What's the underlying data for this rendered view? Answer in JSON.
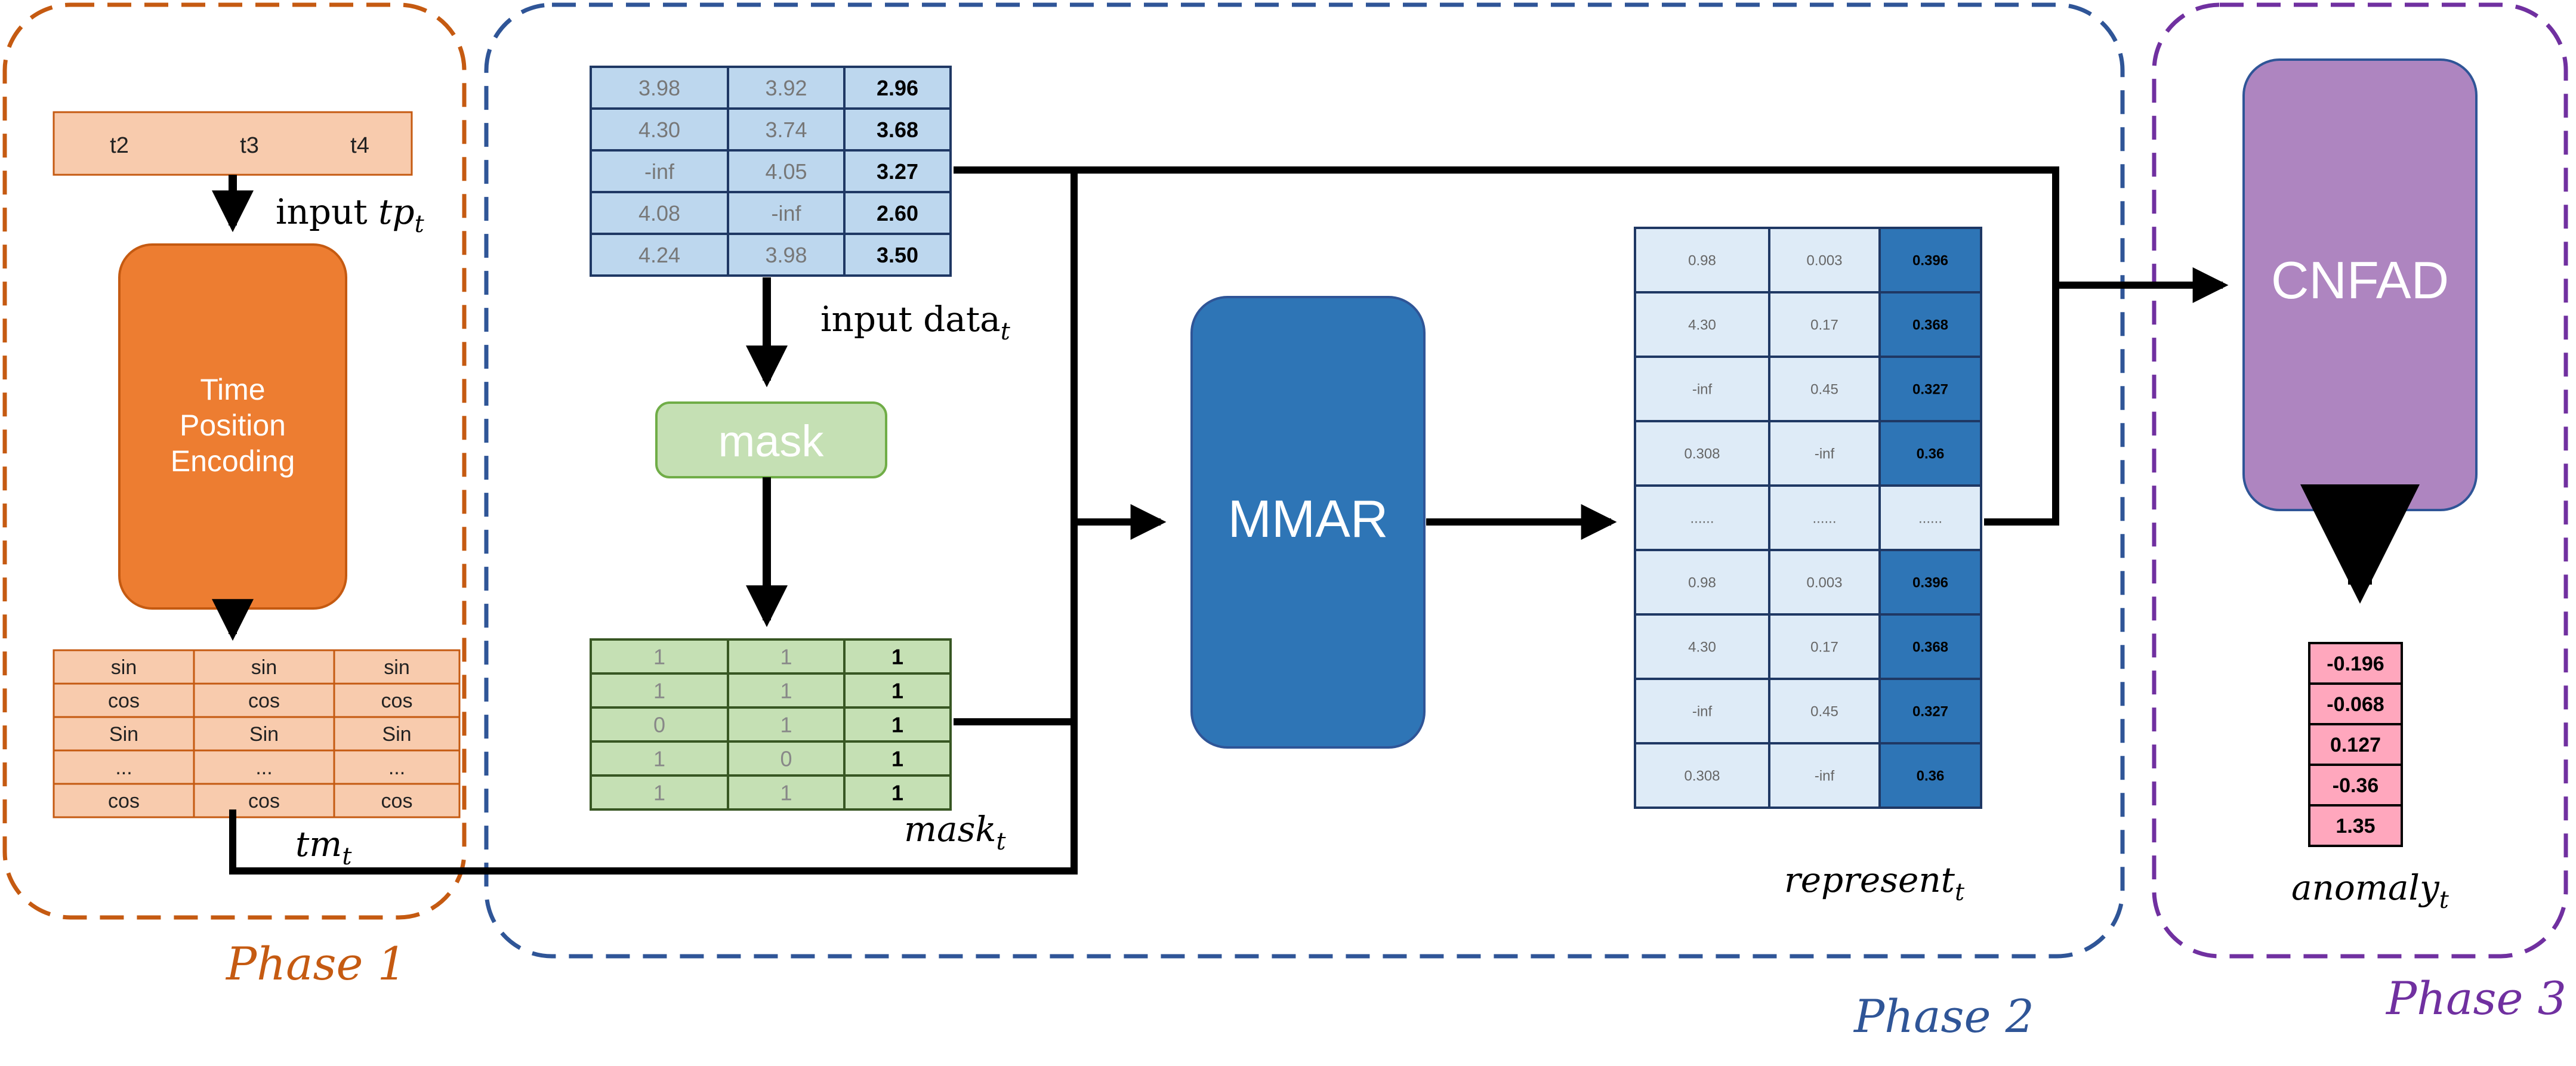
{
  "phases": {
    "phase1": {
      "label": "Phase 1",
      "color": "#c55a11"
    },
    "phase2": {
      "label": "Phase 2",
      "color": "#2f5597"
    },
    "phase3": {
      "label": "Phase 3",
      "color": "#7030a0"
    }
  },
  "time_input": {
    "cells": [
      "t2",
      "t3",
      "t4"
    ],
    "label_prefix": "input ",
    "label_var": "tp",
    "label_sub": "t",
    "fill": "#f8cbad"
  },
  "tpe_block": {
    "lines": [
      "Time",
      "Position",
      "Encoding"
    ],
    "fill": "#ed7d31",
    "stroke": "#c55a11"
  },
  "tm_table": {
    "rows": [
      [
        "sin",
        "sin",
        "sin"
      ],
      [
        "cos",
        "cos",
        "cos"
      ],
      [
        "Sin",
        "Sin",
        "Sin"
      ],
      [
        "...",
        "...",
        "..."
      ],
      [
        "cos",
        "cos",
        "cos"
      ]
    ],
    "label_var": "tm",
    "label_sub": "t",
    "fill": "#f8cbad"
  },
  "input_data": {
    "rows": [
      [
        "3.98",
        "3.92",
        "2.96"
      ],
      [
        "4.30",
        "3.74",
        "3.68"
      ],
      [
        "-inf",
        "4.05",
        "3.27"
      ],
      [
        "4.08",
        "-inf",
        "2.60"
      ],
      [
        "4.24",
        "3.98",
        "3.50"
      ]
    ],
    "label_prefix": "input data",
    "label_sub": "t",
    "fill": "#bdd7ee"
  },
  "mask_block": {
    "label": "mask",
    "fill": "#c5e0b4",
    "stroke": "#70ad47"
  },
  "mask_table": {
    "rows": [
      [
        "1",
        "1",
        "1"
      ],
      [
        "1",
        "1",
        "1"
      ],
      [
        "0",
        "1",
        "1"
      ],
      [
        "1",
        "0",
        "1"
      ],
      [
        "1",
        "1",
        "1"
      ]
    ],
    "label_var": "mask",
    "label_sub": "t",
    "fill": "#c5e0b4"
  },
  "mmar_block": {
    "label": "MMAR",
    "fill": "#2e75b6",
    "stroke": "#2f5597"
  },
  "represent_table": {
    "rows": [
      [
        "0.98",
        "0.003",
        "0.396"
      ],
      [
        "4.30",
        "0.17",
        "0.368"
      ],
      [
        "-inf",
        "0.45",
        "0.327"
      ],
      [
        "0.308",
        "-inf",
        "0.36"
      ],
      [
        "......",
        "......",
        "......"
      ],
      [
        "0.98",
        "0.003",
        "0.396"
      ],
      [
        "4.30",
        "0.17",
        "0.368"
      ],
      [
        "-inf",
        "0.45",
        "0.327"
      ],
      [
        "0.308",
        "-inf",
        "0.36"
      ]
    ],
    "label_var": "represent",
    "label_sub": "t",
    "light_fill": "#deebf7",
    "dark_fill": "#2e75b6"
  },
  "cnfad_block": {
    "label": "CNFAD",
    "fill": "#ae85c0",
    "stroke": "#2f5597"
  },
  "anomaly_table": {
    "values": [
      "-0.196",
      "-0.068",
      "0.127",
      "-0.36",
      "1.35"
    ],
    "label_var": "anomaly",
    "label_sub": "t",
    "fill": "#ffa7bd"
  }
}
